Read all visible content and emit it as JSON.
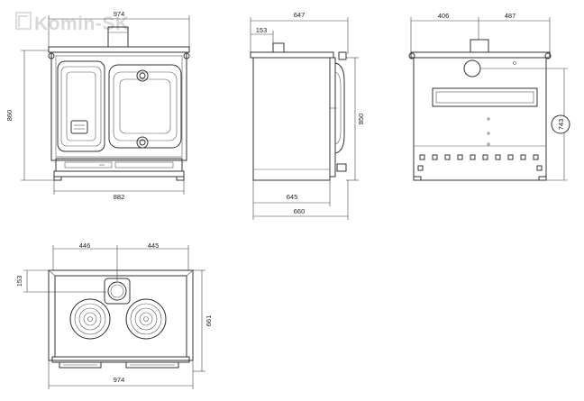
{
  "watermark": "Komin-SK",
  "front_view": {
    "width_top": "974",
    "height": "860",
    "width_bottom": "882"
  },
  "side_view": {
    "depth_top": "647",
    "flue_offset": "153",
    "height": "850",
    "depth_body": "645",
    "depth_total": "660"
  },
  "rear_view": {
    "left_part": "406",
    "right_part": "487",
    "flue_height": "743"
  },
  "top_view": {
    "left_part": "446",
    "right_part": "445",
    "flue_offset": "153",
    "depth": "661",
    "width": "974"
  }
}
